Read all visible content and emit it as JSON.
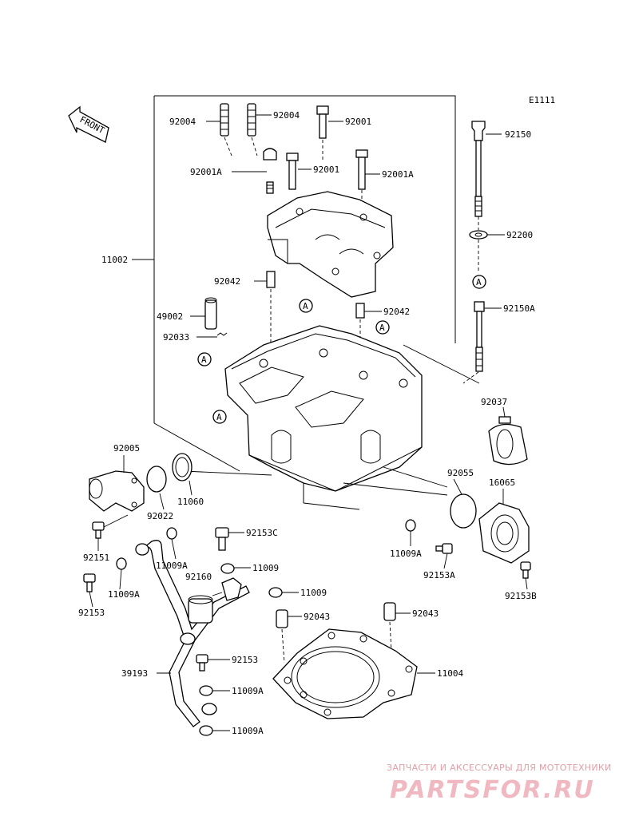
{
  "diagram_code": "E1111",
  "front_arrow": "FRONT",
  "ref_mark": "A",
  "watermark": {
    "tagline": "ЗАПЧАСТИ И АКСЕССУАРЫ ДЛЯ МОТОТЕХНИКИ",
    "logo": "PARTSFOR.RU"
  },
  "labels": {
    "p92004_l": "92004",
    "p92004_r": "92004",
    "p92001_t": "92001",
    "p92150": "92150",
    "p92001A_l": "92001A",
    "p92001_m": "92001",
    "p92001A_r": "92001A",
    "p92200": "92200",
    "p11002": "11002",
    "p92042_l": "92042",
    "p92150A": "92150A",
    "p49002": "49002",
    "p92042_r": "92042",
    "p92033": "92033",
    "p92037": "92037",
    "p92005": "92005",
    "p92055": "92055",
    "p16065": "16065",
    "p11060": "11060",
    "p92022": "92022",
    "p92153C": "92153C",
    "p11009A_1": "11009A",
    "p11009A_2": "11009A",
    "p92153A": "92153A",
    "p92151": "92151",
    "p11009_1": "11009",
    "p92153B": "92153B",
    "p92160": "92160",
    "p11009A_3": "11009A",
    "p11009_2": "11009",
    "p92153_l": "92153",
    "p92043_l": "92043",
    "p92043_r": "92043",
    "p92153_m": "92153",
    "p39193": "39193",
    "p11004": "11004",
    "p11009A_4": "11009A",
    "p11009A_5": "11009A"
  }
}
